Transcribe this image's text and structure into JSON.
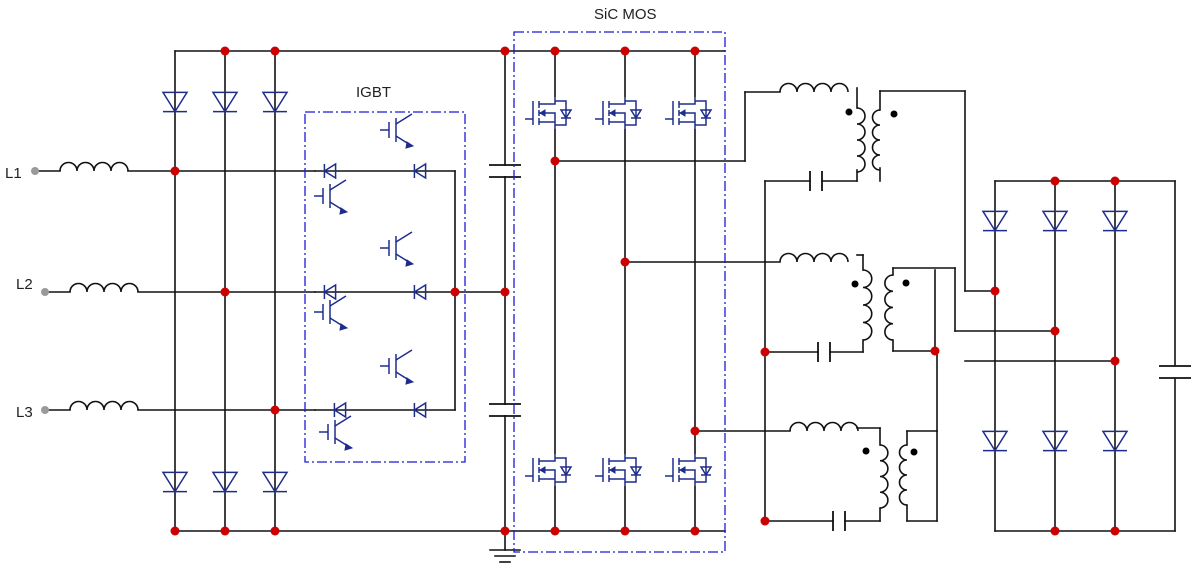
{
  "labels": {
    "igbt": "IGBT",
    "sic": "SiC MOS",
    "l1": "L1",
    "l2": "L2",
    "l3": "L3"
  },
  "colors": {
    "wire": "#111111",
    "device": "#1e2d8c",
    "node": "#cc0000",
    "box": "#1a1ad6",
    "terminal": "#9a9a9a"
  },
  "icons": {
    "diode": "diode-icon",
    "igbt": "igbt-icon",
    "mosfet": "mosfet-icon",
    "inductor": "inductor-icon",
    "capacitor": "capacitor-icon",
    "transformer": "transformer-icon",
    "ground": "ground-icon"
  }
}
